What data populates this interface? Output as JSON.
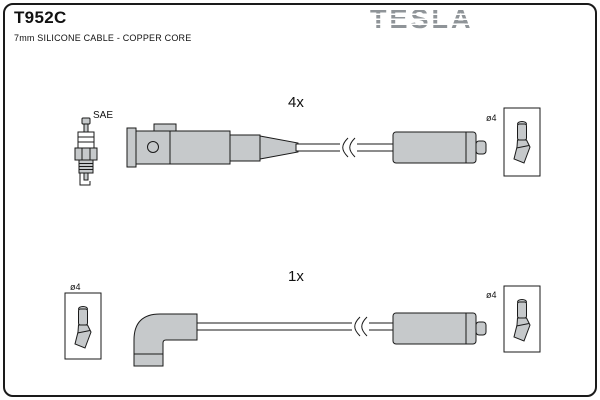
{
  "header": {
    "part_number": "T952C",
    "subtitle": "7mm SILICONE CABLE - COPPER CORE",
    "brand_logo": "TESLA"
  },
  "diagram": {
    "top_assembly": {
      "plug_standard_label": "SAE",
      "quantity_label": "4x",
      "terminal_diameter_label": "ø4"
    },
    "bottom_assembly": {
      "quantity_label": "1x",
      "terminal_diameter_label_left": "ø4",
      "terminal_diameter_label_right": "ø4"
    }
  },
  "icons": [
    "spark-plug-icon",
    "distributor-connector-icon",
    "straight-boot-icon",
    "elbow-boot-icon",
    "cable-break-icon",
    "terminal-icon"
  ],
  "colors": {
    "line": "#1a1a1a",
    "part_fill": "#c6c9cb",
    "brand_gray": "#8f9498",
    "background": "#ffffff"
  }
}
